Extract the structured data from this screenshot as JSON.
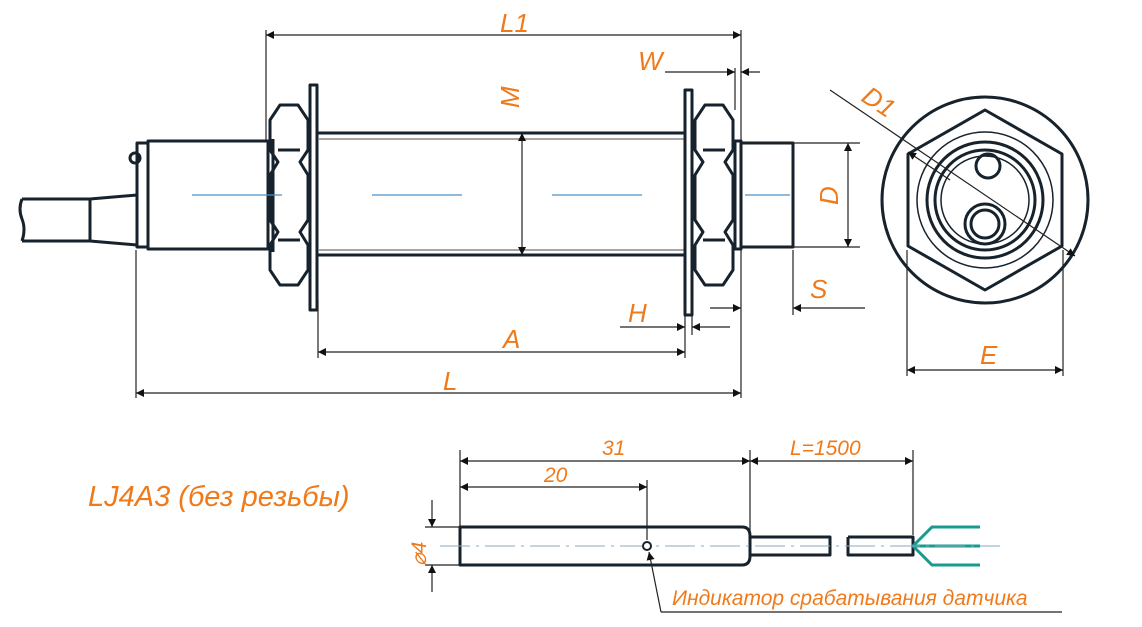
{
  "side_view": {
    "labels": {
      "L1": "L1",
      "W": "W",
      "M": "M",
      "D": "D",
      "H": "H",
      "S": "S",
      "A": "A",
      "L": "L"
    }
  },
  "front_view": {
    "labels": {
      "D1": "D1",
      "E": "E"
    }
  },
  "variant": {
    "title": "LJ4A3 (без резьбы)",
    "dim_31": "31",
    "dim_20": "20",
    "dim_cable": "L=1500",
    "dim_diameter": "⌀4",
    "indicator_label": "Индикатор срабатывания датчика"
  },
  "colors": {
    "accent": "#f07a1a",
    "line": "#16222c",
    "wires": "#169c8f",
    "centerline": "#4a90c8"
  }
}
